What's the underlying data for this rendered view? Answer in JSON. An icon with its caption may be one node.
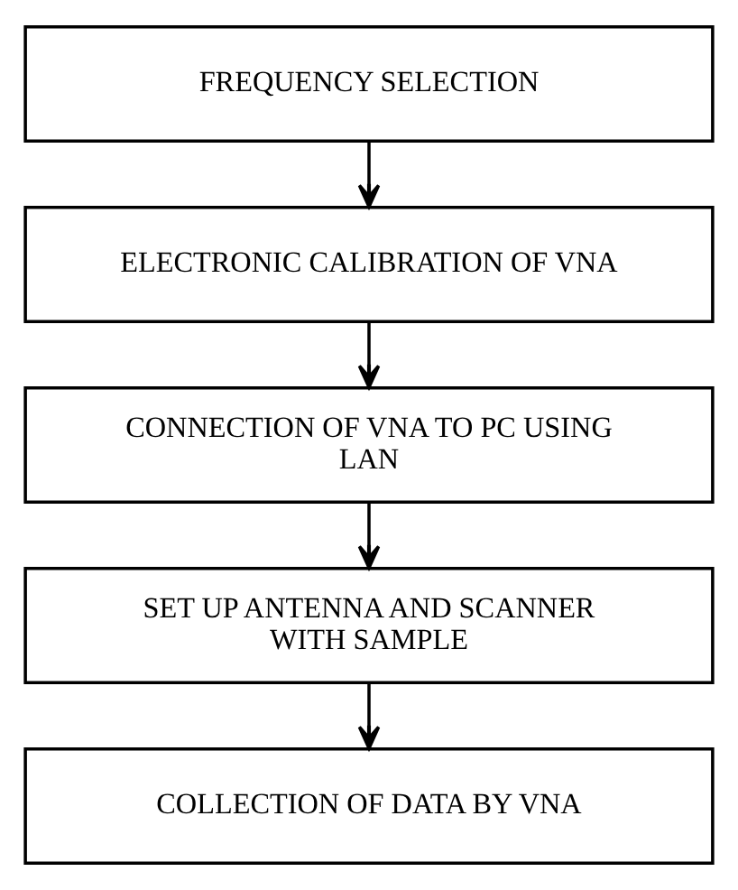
{
  "diagram": {
    "nodes": [
      {
        "text": [
          "FREQUENCY SELECTION"
        ]
      },
      {
        "text": [
          "ELECTRONIC CALIBRATION OF VNA"
        ]
      },
      {
        "text": [
          "CONNECTION OF VNA TO PC USING LAN"
        ]
      },
      {
        "text": [
          "SET UP ANTENNA AND SCANNER WITH SAMPLE"
        ]
      },
      {
        "text": [
          "COLLECTION OF DATA BY VNA"
        ]
      }
    ],
    "edges": [
      {
        "from": 0,
        "to": 1,
        "arrow": "to"
      },
      {
        "from": 1,
        "to": 2,
        "arrow": "to"
      },
      {
        "from": 2,
        "to": 3,
        "arrow": "to"
      },
      {
        "from": 3,
        "to": 4,
        "arrow": "to"
      }
    ]
  }
}
